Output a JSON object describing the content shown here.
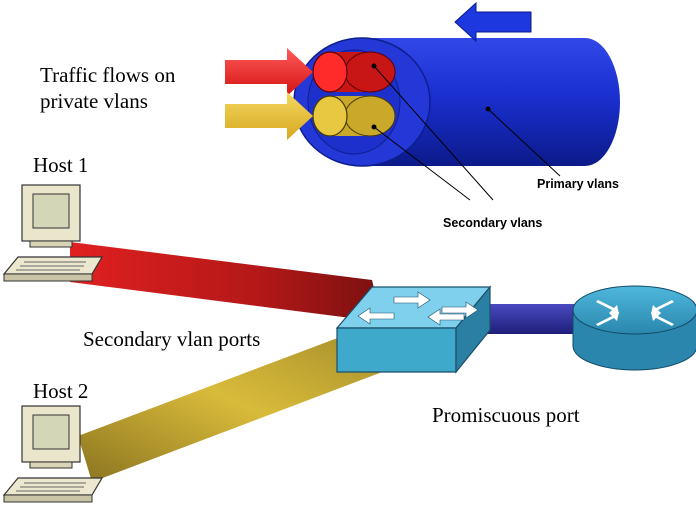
{
  "labels": {
    "traffic_line1": "Traffic flows on",
    "traffic_line2": "private vlans",
    "host1": "Host 1",
    "host2": "Host 2",
    "primary_vlans": "Primary vlans",
    "secondary_vlans": "Secondary vlans",
    "secondary_ports": "Secondary  vlan ports",
    "promiscuous_port": "Promiscuous port"
  },
  "icons": {
    "host1": "desktop-computer-icon",
    "host2": "desktop-computer-icon",
    "switch": "network-switch-icon",
    "router": "router-icon",
    "cable": "trunk-cable-icon"
  },
  "colors": {
    "primary_blue": "#1a2fd0",
    "secondary_red": "#ee2222",
    "secondary_yellow": "#e6c33a",
    "switch_cyan": "#3fa9cc",
    "router_cyan": "#3a9ec6",
    "link_blue": "#2a2a9a",
    "link_red": "#c41818",
    "link_olive": "#b49a2a"
  }
}
